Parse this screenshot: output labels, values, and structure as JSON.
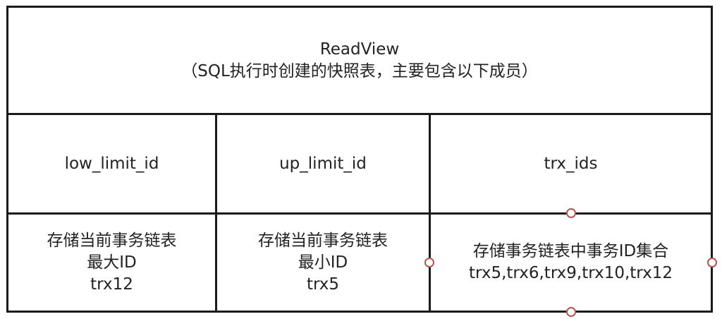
{
  "readview": {
    "header": {
      "title": "ReadView",
      "subtitle": "（SQL执行时创建的快照表，主要包含以下成员）"
    },
    "fields": [
      {
        "name": "low_limit_id"
      },
      {
        "name": "up_limit_id"
      },
      {
        "name": "trx_ids"
      }
    ],
    "descriptions": [
      {
        "line1": "存储当前事务链表",
        "line2": "最大ID",
        "line3": "trx12"
      },
      {
        "line1": "存储当前事务链表",
        "line2": "最小ID",
        "line3": "trx5"
      },
      {
        "line1": "存储事务链表中事务ID集合",
        "line2": "trx5,trx6,trx9,trx10,trx12"
      }
    ]
  },
  "colors": {
    "border": "#1a1a1a",
    "handle": "#b85450",
    "text": "#222222"
  }
}
